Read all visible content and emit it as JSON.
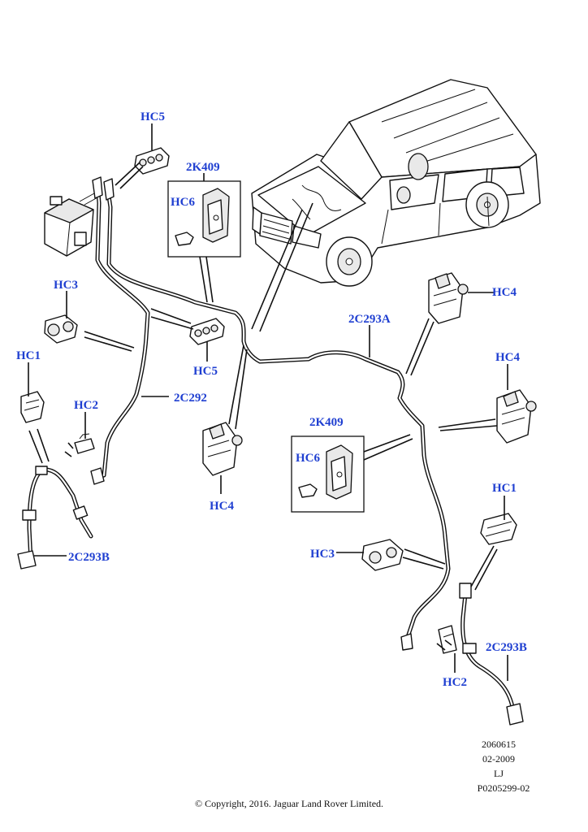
{
  "labels": {
    "hc5_top": "HC5",
    "k409_top": "2K409",
    "hc6_top": "HC6",
    "hc3_left": "HC3",
    "hc1_left": "HC1",
    "hc2_left": "HC2",
    "c2c293b_left": "2C293B",
    "hc5_mid": "HC5",
    "c2c292": "2C292",
    "hc4_mid": "HC4",
    "c2c293a": "2C293A",
    "hc4_right_top": "HC4",
    "hc4_right": "HC4",
    "k409_right": "2K409",
    "hc6_right": "HC6",
    "hc1_right": "HC1",
    "hc3_right": "HC3",
    "c2c293b_right": "2C293B",
    "hc2_right": "HC2"
  },
  "stamp": {
    "line1": "2060615",
    "line2": "02-2009",
    "line3": "LJ",
    "line4": "P0205299-02"
  },
  "copyright": "© Copyright, 2016. Jaguar Land Rover Limited."
}
